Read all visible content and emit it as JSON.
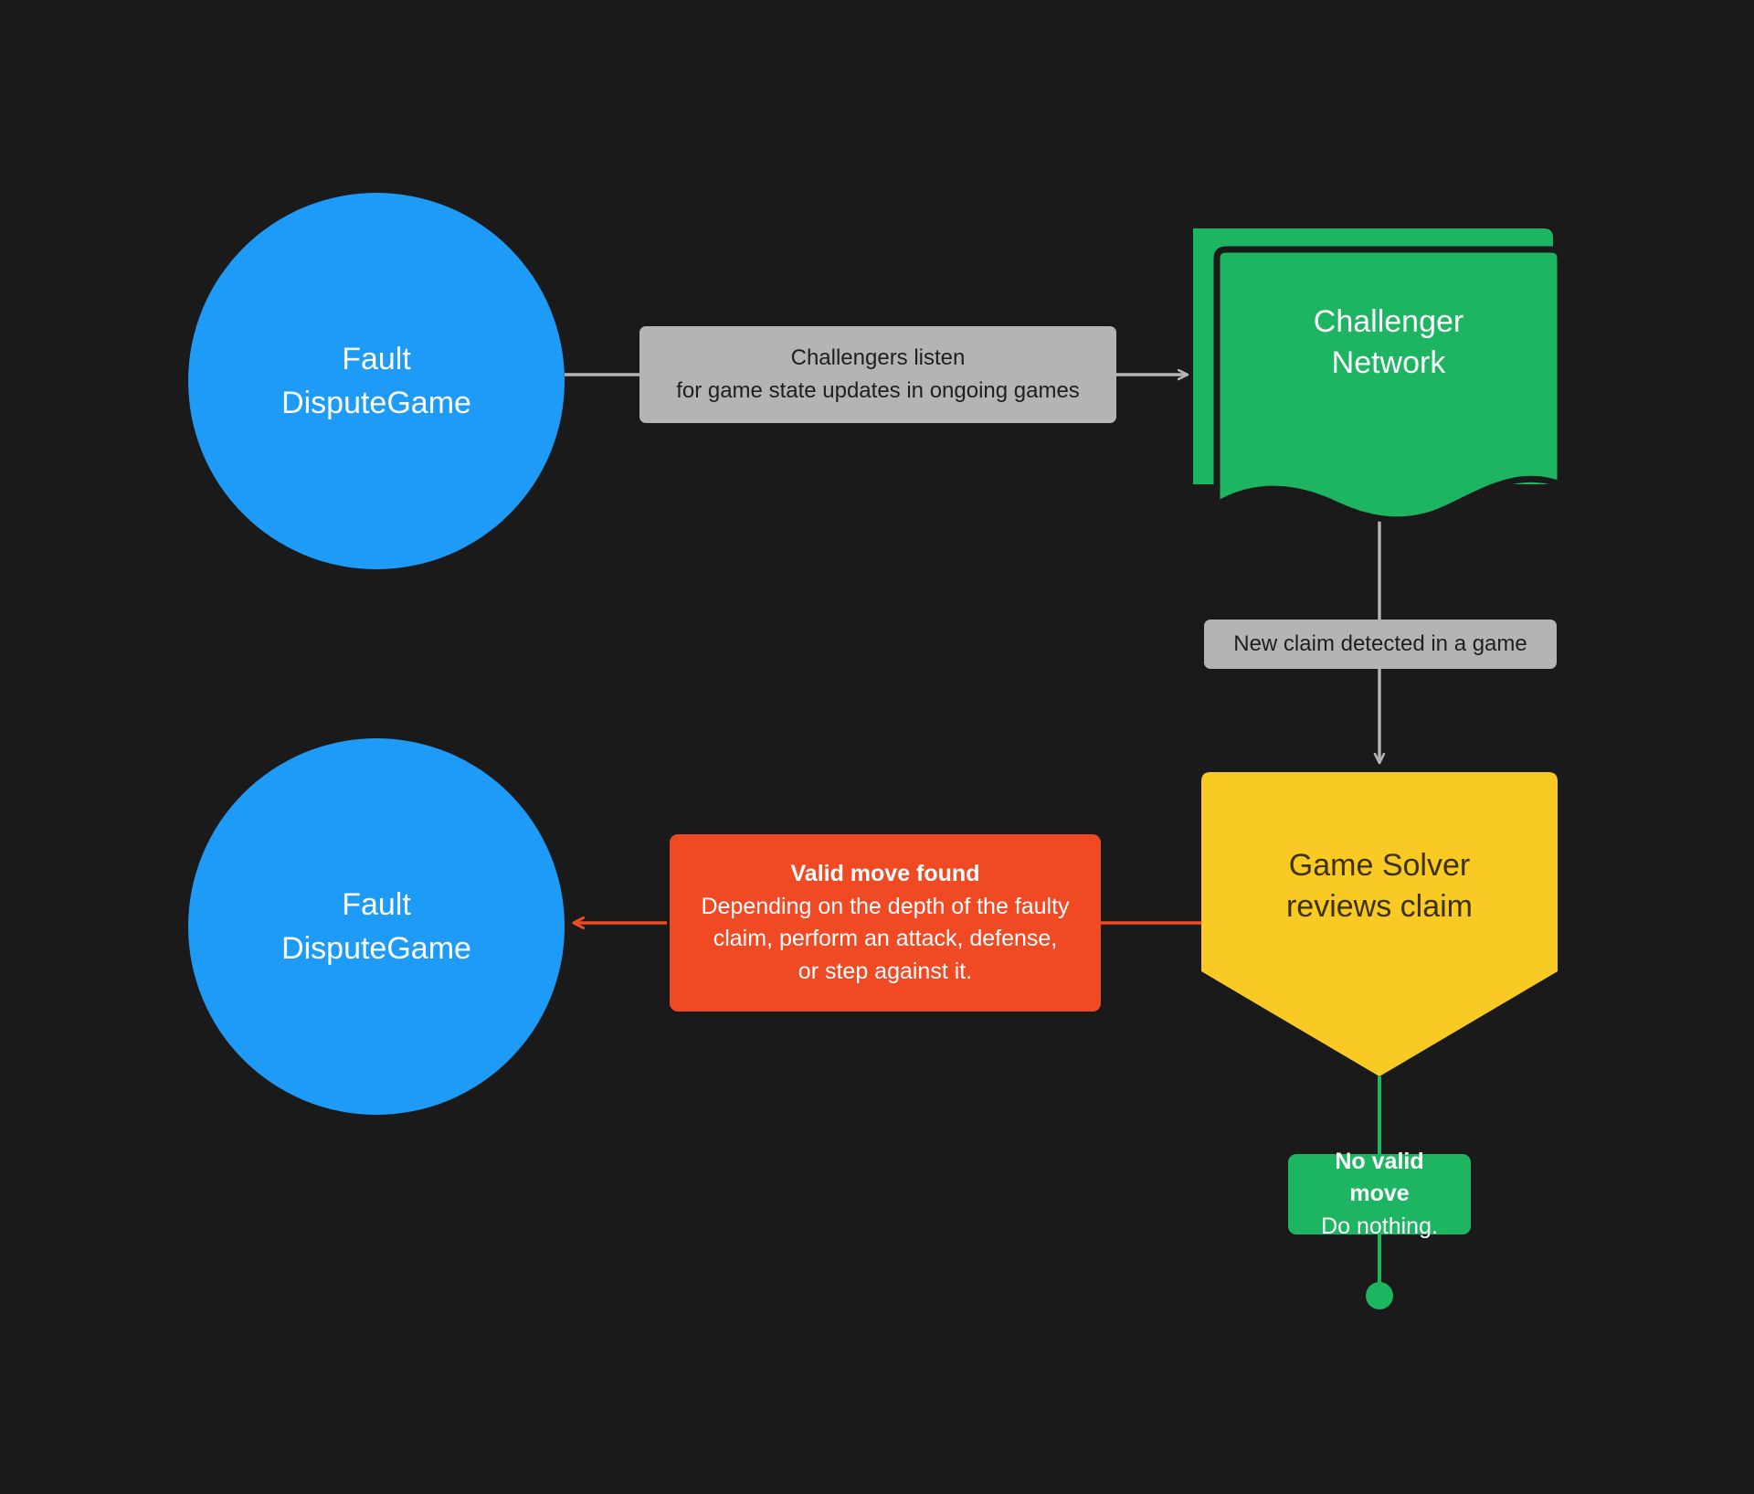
{
  "diagram": {
    "background_color": "#1a1a1a",
    "title": "Fault Dispute Game challenger flow",
    "colors": {
      "node_blue": "#1D9BF6",
      "node_green": "#1DB462",
      "node_yellow": "#F9CA24",
      "label_gray": "#B4B4B4",
      "label_orange": "#F04A25",
      "edge_gray": "#B4B4B4",
      "edge_red": "#F04A25",
      "edge_green": "#1DB462",
      "text_light": "#FFFFFF",
      "text_dark": "#1F1F1F",
      "text_yellow_node": "#3D3100"
    },
    "nodes": [
      {
        "id": "fault-dispute-game-top",
        "shape": "circle",
        "color": "#1D9BF6",
        "lines": [
          "Fault",
          "DisputeGame"
        ]
      },
      {
        "id": "challenger-network",
        "shape": "stacked-document",
        "color": "#1DB462",
        "lines": [
          "Challenger",
          "Network"
        ]
      },
      {
        "id": "game-solver",
        "shape": "banner-pentagon",
        "color": "#F9CA24",
        "lines": [
          "Game Solver",
          "reviews claim"
        ]
      },
      {
        "id": "fault-dispute-game-bottom",
        "shape": "circle",
        "color": "#1D9BF6",
        "lines": [
          "Fault",
          "DisputeGame"
        ]
      }
    ],
    "edges": [
      {
        "id": "edge-listen",
        "from": "fault-dispute-game-top",
        "to": "challenger-network",
        "arrow": "right",
        "color": "#B4B4B4",
        "label_style": "gray",
        "label_lines": [
          "Challengers listen",
          "for game state updates in ongoing games"
        ]
      },
      {
        "id": "edge-new-claim",
        "from": "challenger-network",
        "to": "game-solver",
        "arrow": "down",
        "color": "#B4B4B4",
        "label_style": "gray",
        "label_lines": [
          "New claim detected in a game"
        ]
      },
      {
        "id": "edge-valid-move",
        "from": "game-solver",
        "to": "fault-dispute-game-bottom",
        "arrow": "left",
        "color": "#F04A25",
        "label_style": "orange",
        "label_heading": "Valid move found",
        "label_lines": [
          "Depending on the depth of the faulty",
          "claim, perform an attack, defense,",
          "or step against it."
        ]
      },
      {
        "id": "edge-no-valid-move",
        "from": "game-solver",
        "to": "terminal-dot",
        "arrow": "dot",
        "color": "#1DB462",
        "label_style": "green",
        "label_heading": "No valid move",
        "label_lines": [
          "Do nothing."
        ]
      }
    ]
  }
}
